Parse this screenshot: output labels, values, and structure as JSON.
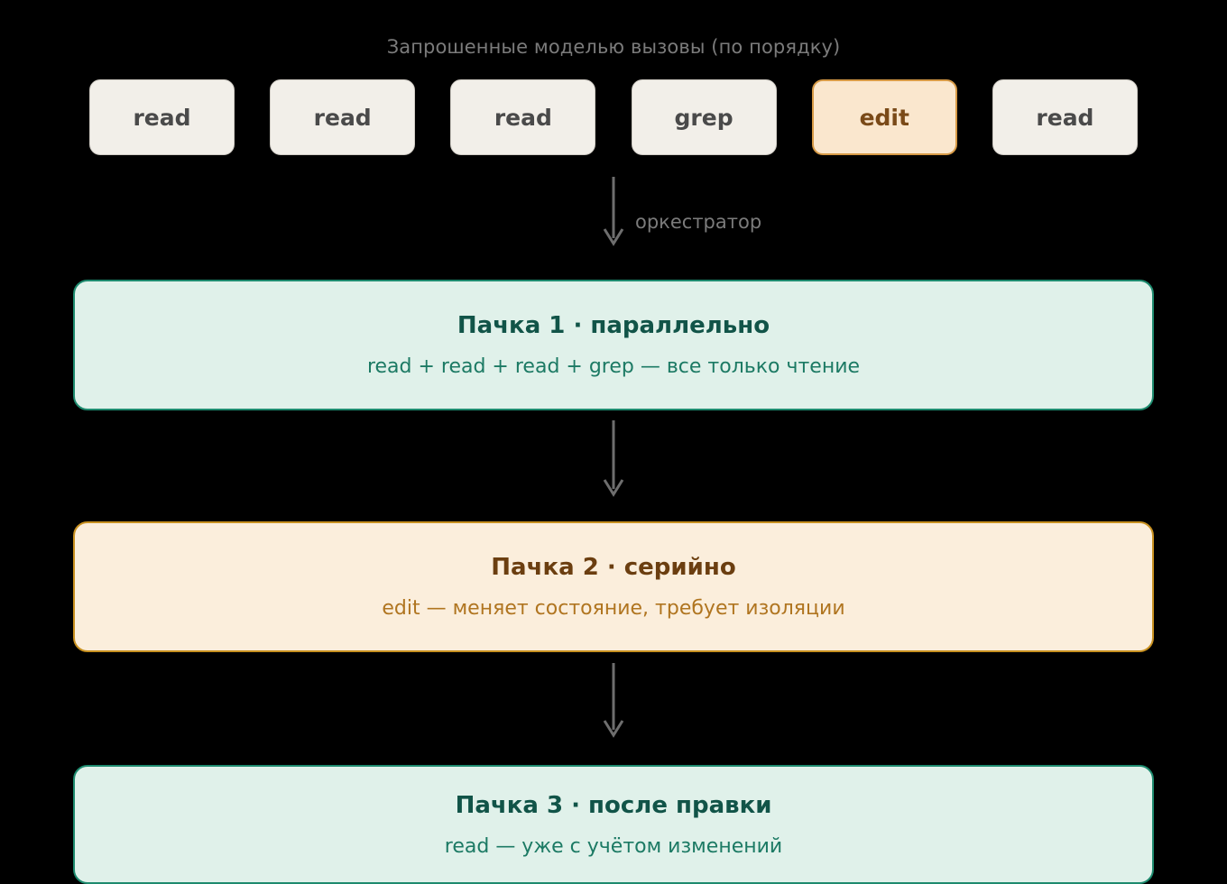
{
  "header": {
    "title": "Запрошенные моделью вызовы (по порядку)"
  },
  "tool_calls": [
    {
      "label": "read",
      "highlighted": false
    },
    {
      "label": "read",
      "highlighted": false
    },
    {
      "label": "read",
      "highlighted": false
    },
    {
      "label": "grep",
      "highlighted": false
    },
    {
      "label": "edit",
      "highlighted": true
    },
    {
      "label": "read",
      "highlighted": false
    }
  ],
  "arrows": {
    "orchestrator_label": "оркестратор"
  },
  "batches": [
    {
      "title": "Пачка 1 · параллельно",
      "subtitle": "read + read + read + grep — все только чтение",
      "tone": "mint"
    },
    {
      "title": "Пачка 2 · серийно",
      "subtitle": "edit — меняет состояние, требует изоляции",
      "tone": "cream"
    },
    {
      "title": "Пачка 3 · после правки",
      "subtitle": "read — уже с учётом изменений",
      "tone": "mint"
    }
  ],
  "colors": {
    "background": "#000000",
    "chip_fill": "#f2efe9",
    "chip_text": "#4a4a4a",
    "chip_highlight_fill": "#fae7ce",
    "chip_highlight_border": "#d79a46",
    "chip_highlight_text": "#7a4a18",
    "mint_fill": "#e0f1ea",
    "mint_border": "#1d8a6e",
    "mint_title": "#115448",
    "mint_subtitle": "#1c7a64",
    "cream_fill": "#fbeedc",
    "cream_border": "#c8901f",
    "cream_title": "#6b3e10",
    "cream_subtitle": "#b07520",
    "arrow": "#6e6e6e",
    "muted_text": "#7b7b7b"
  }
}
